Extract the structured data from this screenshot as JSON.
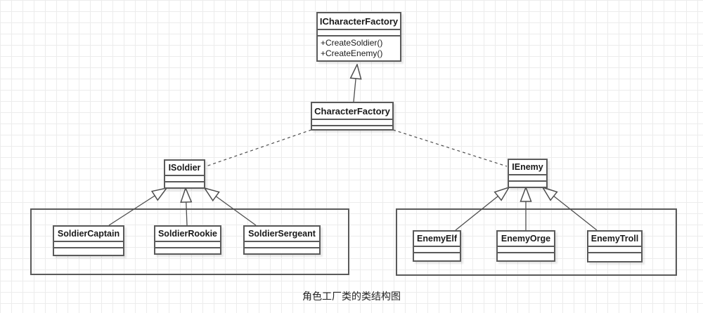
{
  "diagram": {
    "caption": "角色工厂类的类结构图",
    "classes": {
      "icharacter_factory": {
        "name": "ICharacterFactory",
        "attributes": [],
        "methods": [
          "+CreateSoldier()",
          "+CreateEnemy()"
        ]
      },
      "character_factory": {
        "name": "CharacterFactory",
        "attributes": [],
        "methods": []
      },
      "isoldier": {
        "name": "ISoldier",
        "attributes": [],
        "methods": []
      },
      "soldier_captain": {
        "name": "SoldierCaptain",
        "attributes": [],
        "methods": []
      },
      "soldier_rookie": {
        "name": "SoldierRookie",
        "attributes": [],
        "methods": []
      },
      "soldier_sergeant": {
        "name": "SoldierSergeant",
        "attributes": [],
        "methods": []
      },
      "ienemy": {
        "name": "IEnemy",
        "attributes": [],
        "methods": []
      },
      "enemy_elf": {
        "name": "EnemyElf",
        "attributes": [],
        "methods": []
      },
      "enemy_orge": {
        "name": "EnemyOrge",
        "attributes": [],
        "methods": []
      },
      "enemy_troll": {
        "name": "EnemyTroll",
        "attributes": [],
        "methods": []
      }
    },
    "relations": [
      {
        "from": "CharacterFactory",
        "to": "ICharacterFactory",
        "type": "generalization-hollow-triangle"
      },
      {
        "from": "CharacterFactory",
        "to": "ISoldier",
        "type": "dashed-link"
      },
      {
        "from": "CharacterFactory",
        "to": "IEnemy",
        "type": "dashed-link"
      },
      {
        "from": "SoldierCaptain",
        "to": "ISoldier",
        "type": "generalization-hollow-triangle"
      },
      {
        "from": "SoldierRookie",
        "to": "ISoldier",
        "type": "generalization-hollow-triangle"
      },
      {
        "from": "SoldierSergeant",
        "to": "ISoldier",
        "type": "generalization-hollow-triangle"
      },
      {
        "from": "EnemyElf",
        "to": "IEnemy",
        "type": "generalization-hollow-triangle"
      },
      {
        "from": "EnemyOrge",
        "to": "IEnemy",
        "type": "generalization-hollow-triangle"
      },
      {
        "from": "EnemyTroll",
        "to": "IEnemy",
        "type": "generalization-hollow-triangle"
      }
    ],
    "colors": {
      "box_border": "#5a5a5a",
      "line": "#4d4d4d",
      "grid_line": "#ececec",
      "background": "#ffffff",
      "text": "#1a1a1a"
    }
  }
}
